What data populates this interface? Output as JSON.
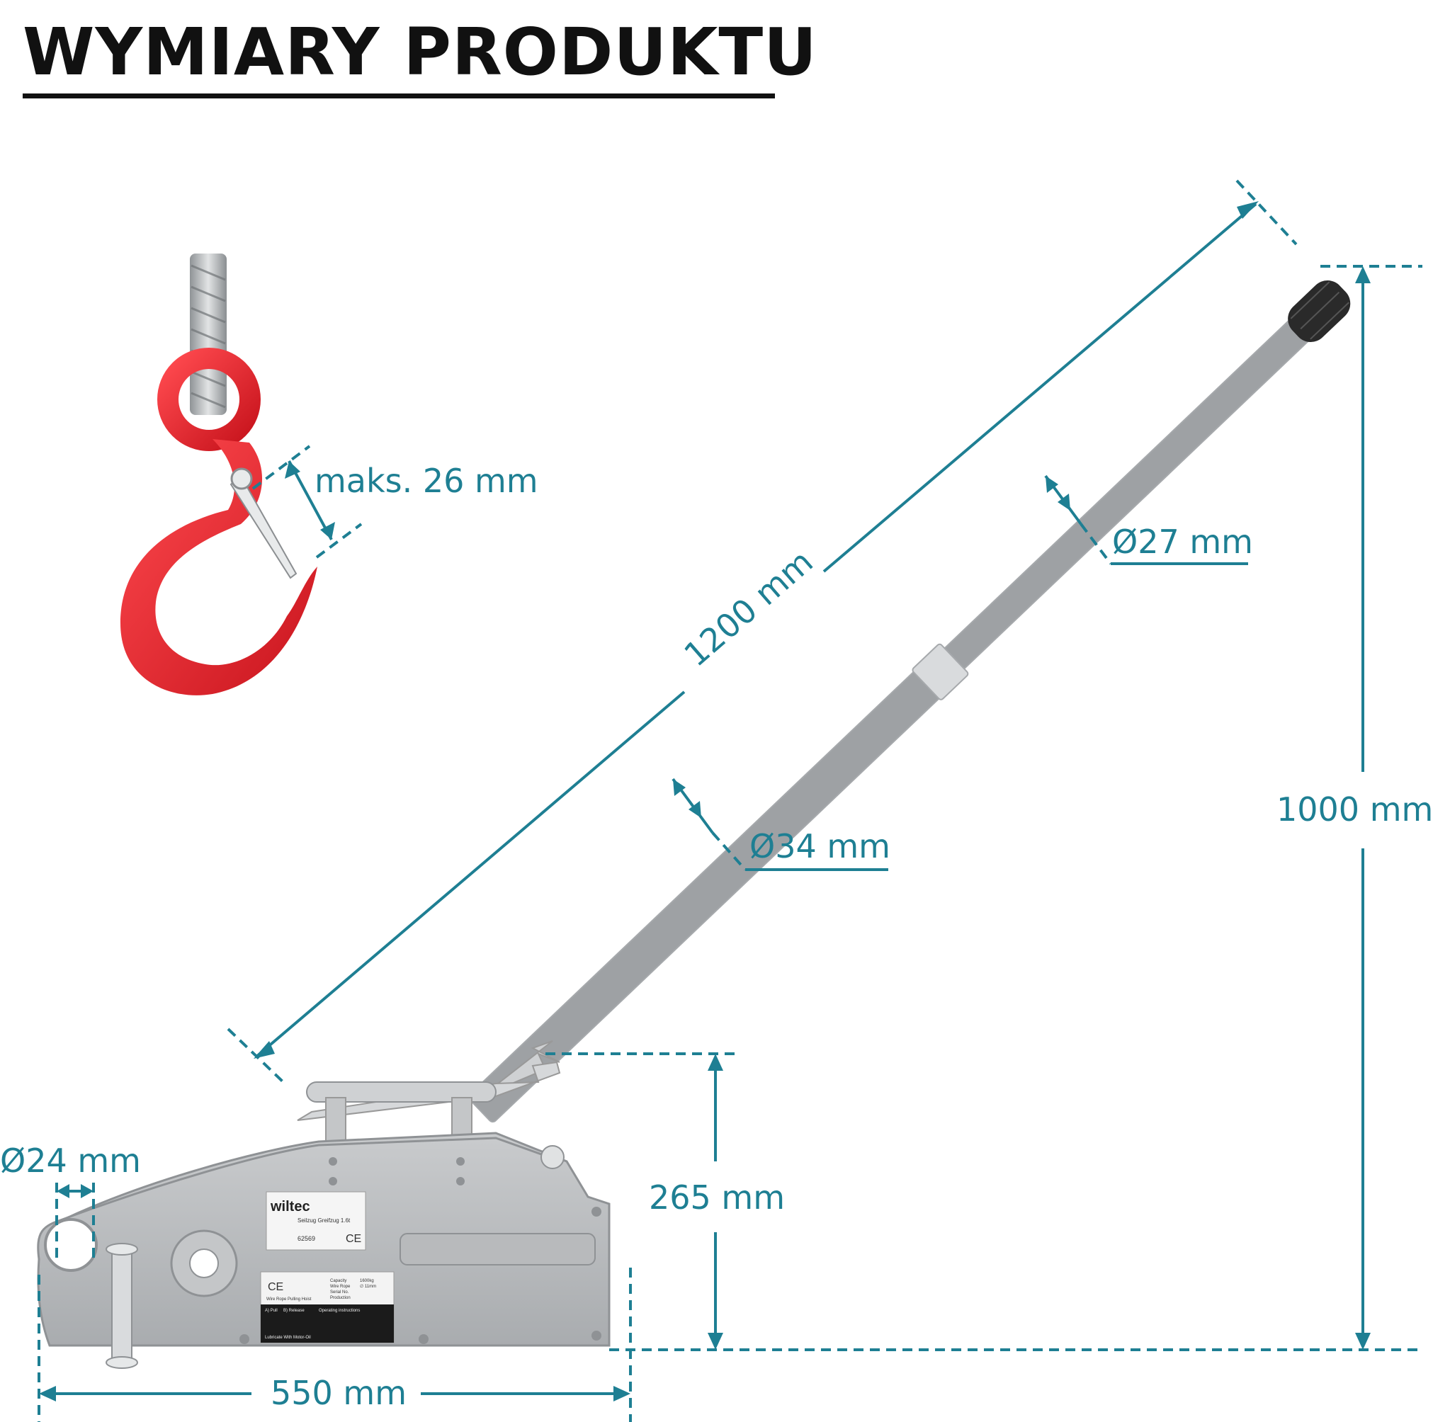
{
  "title": "WYMIARY PRODUKTU",
  "dimensions": {
    "hook_opening": "maks. 26 mm",
    "handle_length": "1200 mm",
    "tube_small_diameter": "Ø27 mm",
    "tube_large_diameter": "Ø34 mm",
    "total_height": "1000 mm",
    "body_height": "265 mm",
    "pin_diameter": "Ø24 mm",
    "body_length": "550 mm"
  },
  "device_labels": {
    "brand": "wiltec",
    "model": "Seilzug Greifzug 1.6t",
    "art_no": "62569",
    "ce": "CE",
    "plate_caption": "Wire Rope Pulling Hoist",
    "capacity": "Capacity",
    "capacity_value": "1600kg",
    "wire_rope": "Wire Rope",
    "wire_rope_value": "∅ 11mm",
    "serial": "Serial No.",
    "production": "Production",
    "pull": "A) Pull",
    "release": "B) Release",
    "instructions": "Operating instructions",
    "lubricate": "Lubricate With Motor-Oil"
  },
  "colors": {
    "accent": "#1e7f93",
    "hook": "#e2202b",
    "body": "#bdbfc1",
    "title": "#111111"
  }
}
